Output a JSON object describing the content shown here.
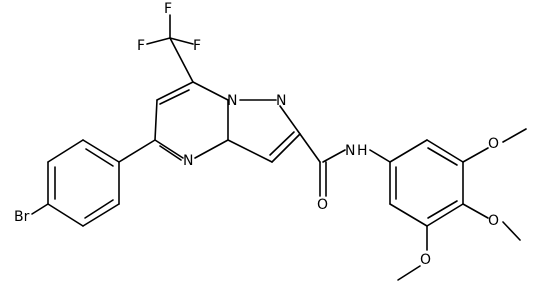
{
  "labels": {
    "f_top": "F",
    "f_left": "F",
    "f_right": "F",
    "n_bridge": "N",
    "n_pyrazole": "N",
    "n_pyrimidine": "N",
    "br": "Br",
    "nh": "N",
    "h": "H",
    "o_carbonyl": "O",
    "o_meo_top": "O",
    "o_meo_mid": "O",
    "o_meo_bottom": "O"
  }
}
